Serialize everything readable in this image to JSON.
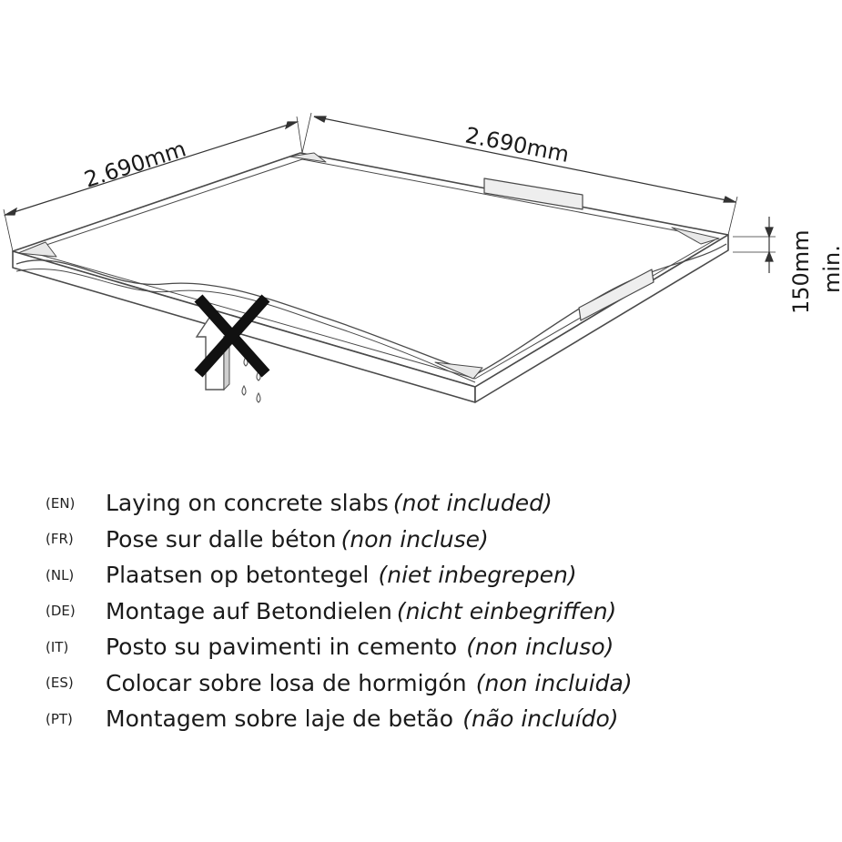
{
  "dimensions": {
    "width_left": "2.690mm",
    "width_right": "2.690mm",
    "height": "150mm",
    "height_suffix": "min."
  },
  "icons": [
    "no-moisture-icon"
  ],
  "languages": [
    {
      "code": "(EN)",
      "text": "Laying on concrete slabs",
      "note": "(not included)"
    },
    {
      "code": "(FR)",
      "text": "Pose sur dalle béton",
      "note": "(non incluse)"
    },
    {
      "code": "(NL)",
      "text": "Plaatsen op betontegel",
      "note": "(niet inbegrepen)"
    },
    {
      "code": "(DE)",
      "text": "Montage auf Betondielen",
      "note": "(nicht einbegriffen)"
    },
    {
      "code": "(IT)",
      "text": "Posto su pavimenti in cemento",
      "note": "(non incluso)"
    },
    {
      "code": "(ES)",
      "text": "Colocar sobre losa de hormigón",
      "note": "(non incluida)"
    },
    {
      "code": "(PT)",
      "text": "Montagem sobre laje de betão",
      "note": "(não incluído)"
    }
  ]
}
